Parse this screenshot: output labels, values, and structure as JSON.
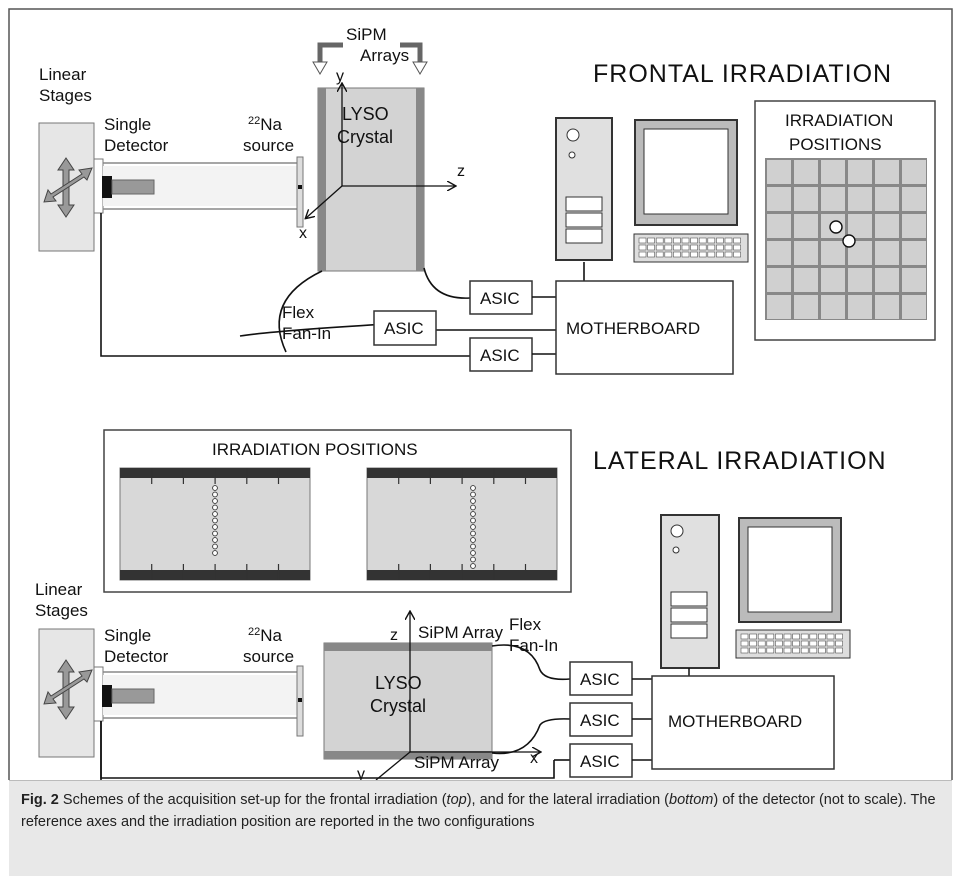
{
  "top": {
    "title": "FRONTAL IRRADIATION",
    "linear_stages": [
      "Linear",
      "Stages"
    ],
    "single_detector": [
      "Single",
      "Detector"
    ],
    "source_sup": "22",
    "source_el": "Na",
    "source_word": "source",
    "sipm_arrays": [
      "SiPM",
      "Arrays"
    ],
    "crystal": [
      "LYSO",
      "Crystal"
    ],
    "axis_y": "y",
    "axis_z": "z",
    "axis_x": "x",
    "flex_fanin": [
      "Flex",
      "Fan-In"
    ],
    "asic": "ASIC",
    "motherboard": "MOTHERBOARD",
    "positions_title": [
      "IRRADIATION",
      "POSITIONS"
    ]
  },
  "bottom": {
    "title": "LATERAL IRRADIATION",
    "positions_title": "IRRADIATION POSITIONS",
    "linear_stages": [
      "Linear",
      "Stages"
    ],
    "single_detector": [
      "Single",
      "Detector"
    ],
    "source_sup": "22",
    "source_el": "Na",
    "source_word": "source",
    "sipm_array_top": "SiPM Array",
    "sipm_array_bottom": "SiPM Array",
    "flex_fanin": [
      "Flex",
      "Fan-In"
    ],
    "crystal": [
      "LYSO",
      "Crystal"
    ],
    "axis_z": "z",
    "axis_x": "x",
    "axis_y": "y",
    "asic": "ASIC",
    "motherboard": "MOTHERBOARD"
  },
  "caption": {
    "fig_label": "Fig. 2",
    "t1": " Schemes of the acquisition set-up for the frontal irradiation (",
    "top_word": "top",
    "t2": "), and for the lateral irradiation (",
    "bottom_word": "bottom",
    "t3": ") of the detector (not to scale). The reference axes and the irradiation position are reported in the two configurations"
  }
}
